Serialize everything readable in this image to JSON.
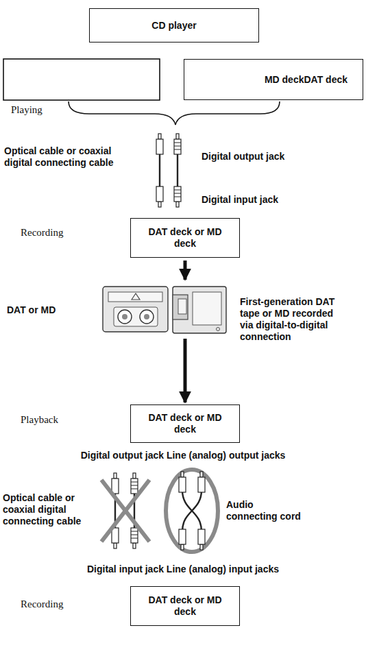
{
  "diagram": {
    "nodes": [
      {
        "text": [
          "CD player"
        ]
      },
      {
        "text": [
          "MD deckDAT deck"
        ]
      },
      {
        "text": [
          "DAT deck or MD deck"
        ]
      },
      {
        "text": [
          "DAT deck or MD deck"
        ]
      },
      {
        "text": [
          "DAT deck or MD deck"
        ]
      }
    ],
    "edges": [
      {
        "from": 2,
        "to": 3,
        "arrow": "to"
      }
    ],
    "labels": [
      "Playing",
      "Optical cable or coaxial digital connecting cable",
      "Digital output jack",
      "Digital input jack",
      "Recording",
      "DAT or MD",
      "First-generation DAT tape or MD recorded via digital-to-digital connection",
      "Playback",
      "Digital output jack Line (analog) output jacks",
      "Optical cable or coaxial digital connecting cable",
      "Audio connecting cord",
      "Digital input jack Line (analog) input jacks",
      "Recording"
    ]
  }
}
